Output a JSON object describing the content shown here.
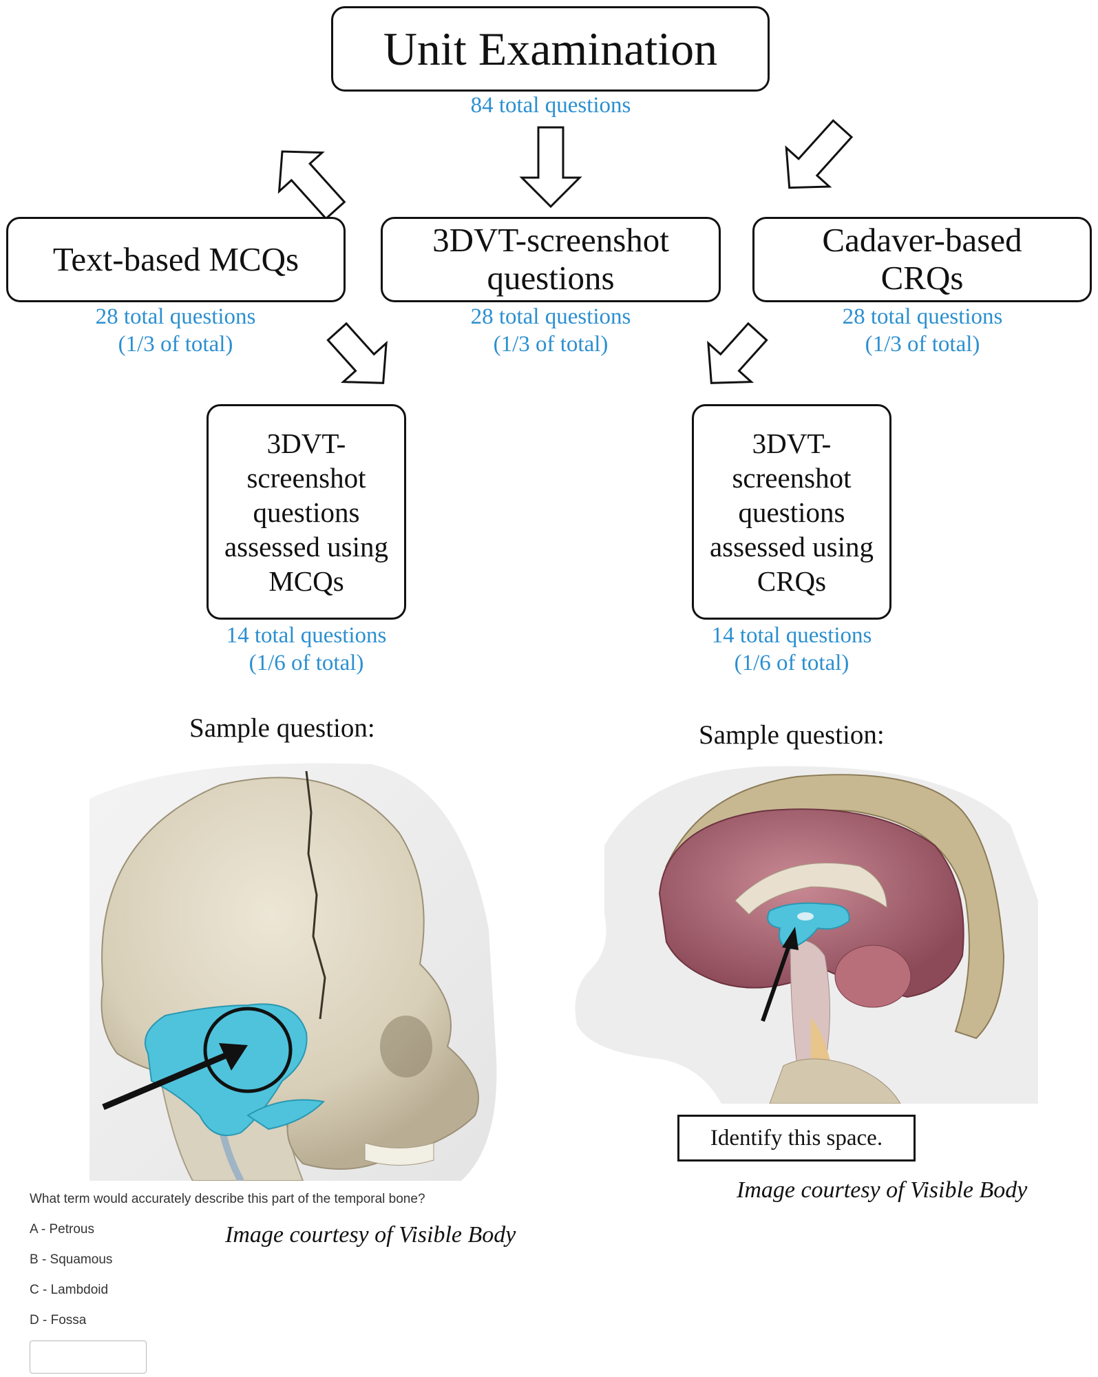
{
  "root": {
    "title": "Unit Examination",
    "count": "84 total questions"
  },
  "branches": {
    "text_mcq": {
      "label": "Text-based MCQs",
      "count": "28 total questions",
      "fraction": "(1/3 of total)"
    },
    "screenshot": {
      "label_line1": "3DVT-screenshot",
      "label_line2": "questions",
      "count": "28 total questions",
      "fraction": "(1/3 of total)"
    },
    "cadaver": {
      "label_line1": "Cadaver-based",
      "label_line2": "CRQs",
      "count": "28 total questions",
      "fraction": "(1/3 of total)"
    }
  },
  "sub_branches": {
    "mcq": {
      "lines": [
        "3DVT-",
        "screenshot",
        "questions",
        "assessed using",
        "MCQs"
      ],
      "count": "14 total questions",
      "fraction": "(1/6 of total)"
    },
    "crq": {
      "lines": [
        "3DVT-",
        "screenshot",
        "questions",
        "assessed using",
        "CRQs"
      ],
      "count": "14 total questions",
      "fraction": "(1/6 of total)"
    }
  },
  "samples": {
    "left": {
      "heading": "Sample question:",
      "question": "What term would accurately describe this part of the temporal bone?",
      "options": [
        "A - Petrous",
        "B - Squamous",
        "C - Lambdoid",
        "D - Fossa"
      ],
      "courtesy": "Image courtesy of Visible Body"
    },
    "right": {
      "heading": "Sample question:",
      "prompt": "Identify this space.",
      "courtesy": "Image courtesy of Visible Body"
    }
  },
  "colors": {
    "caption_blue": "#2b8fd0",
    "highlight_cyan": "#4fc3dc",
    "border": "#111111"
  }
}
